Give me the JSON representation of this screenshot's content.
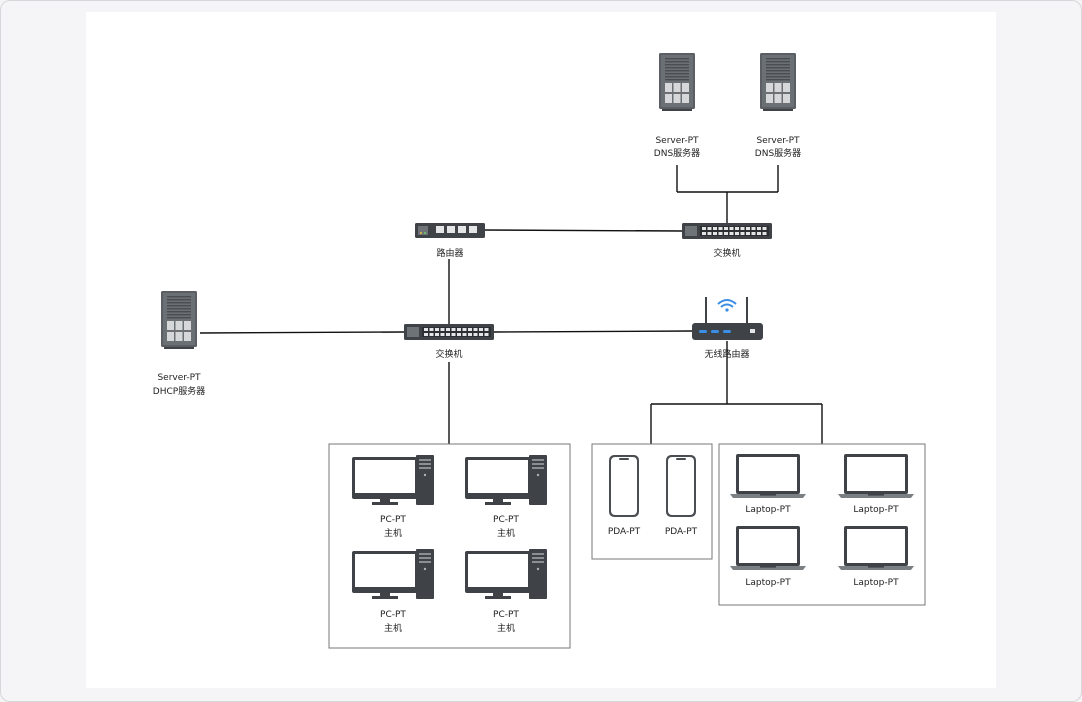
{
  "dns_server_1": {
    "line1": "Server-PT",
    "line2": "DNS服务器"
  },
  "dns_server_2": {
    "line1": "Server-PT",
    "line2": "DNS服务器"
  },
  "dhcp_server": {
    "line1": "Server-PT",
    "line2": "DHCP服务器"
  },
  "router": {
    "label": "路由器"
  },
  "switch_top": {
    "label": "交换机"
  },
  "switch_main": {
    "label": "交换机"
  },
  "wireless_router": {
    "label": "无线路由器"
  },
  "pcs": [
    {
      "line1": "PC-PT",
      "line2": "主机"
    },
    {
      "line1": "PC-PT",
      "line2": "主机"
    },
    {
      "line1": "PC-PT",
      "line2": "主机"
    },
    {
      "line1": "PC-PT",
      "line2": "主机"
    }
  ],
  "pdas": [
    {
      "label": "PDA-PT"
    },
    {
      "label": "PDA-PT"
    }
  ],
  "laptops": [
    {
      "label": "Laptop-PT"
    },
    {
      "label": "Laptop-PT"
    },
    {
      "label": "Laptop-PT"
    },
    {
      "label": "Laptop-PT"
    }
  ],
  "colors": {
    "wifi": "#3a8ee6",
    "device_dark": "#3f4347",
    "device_mid": "#6e7377"
  }
}
